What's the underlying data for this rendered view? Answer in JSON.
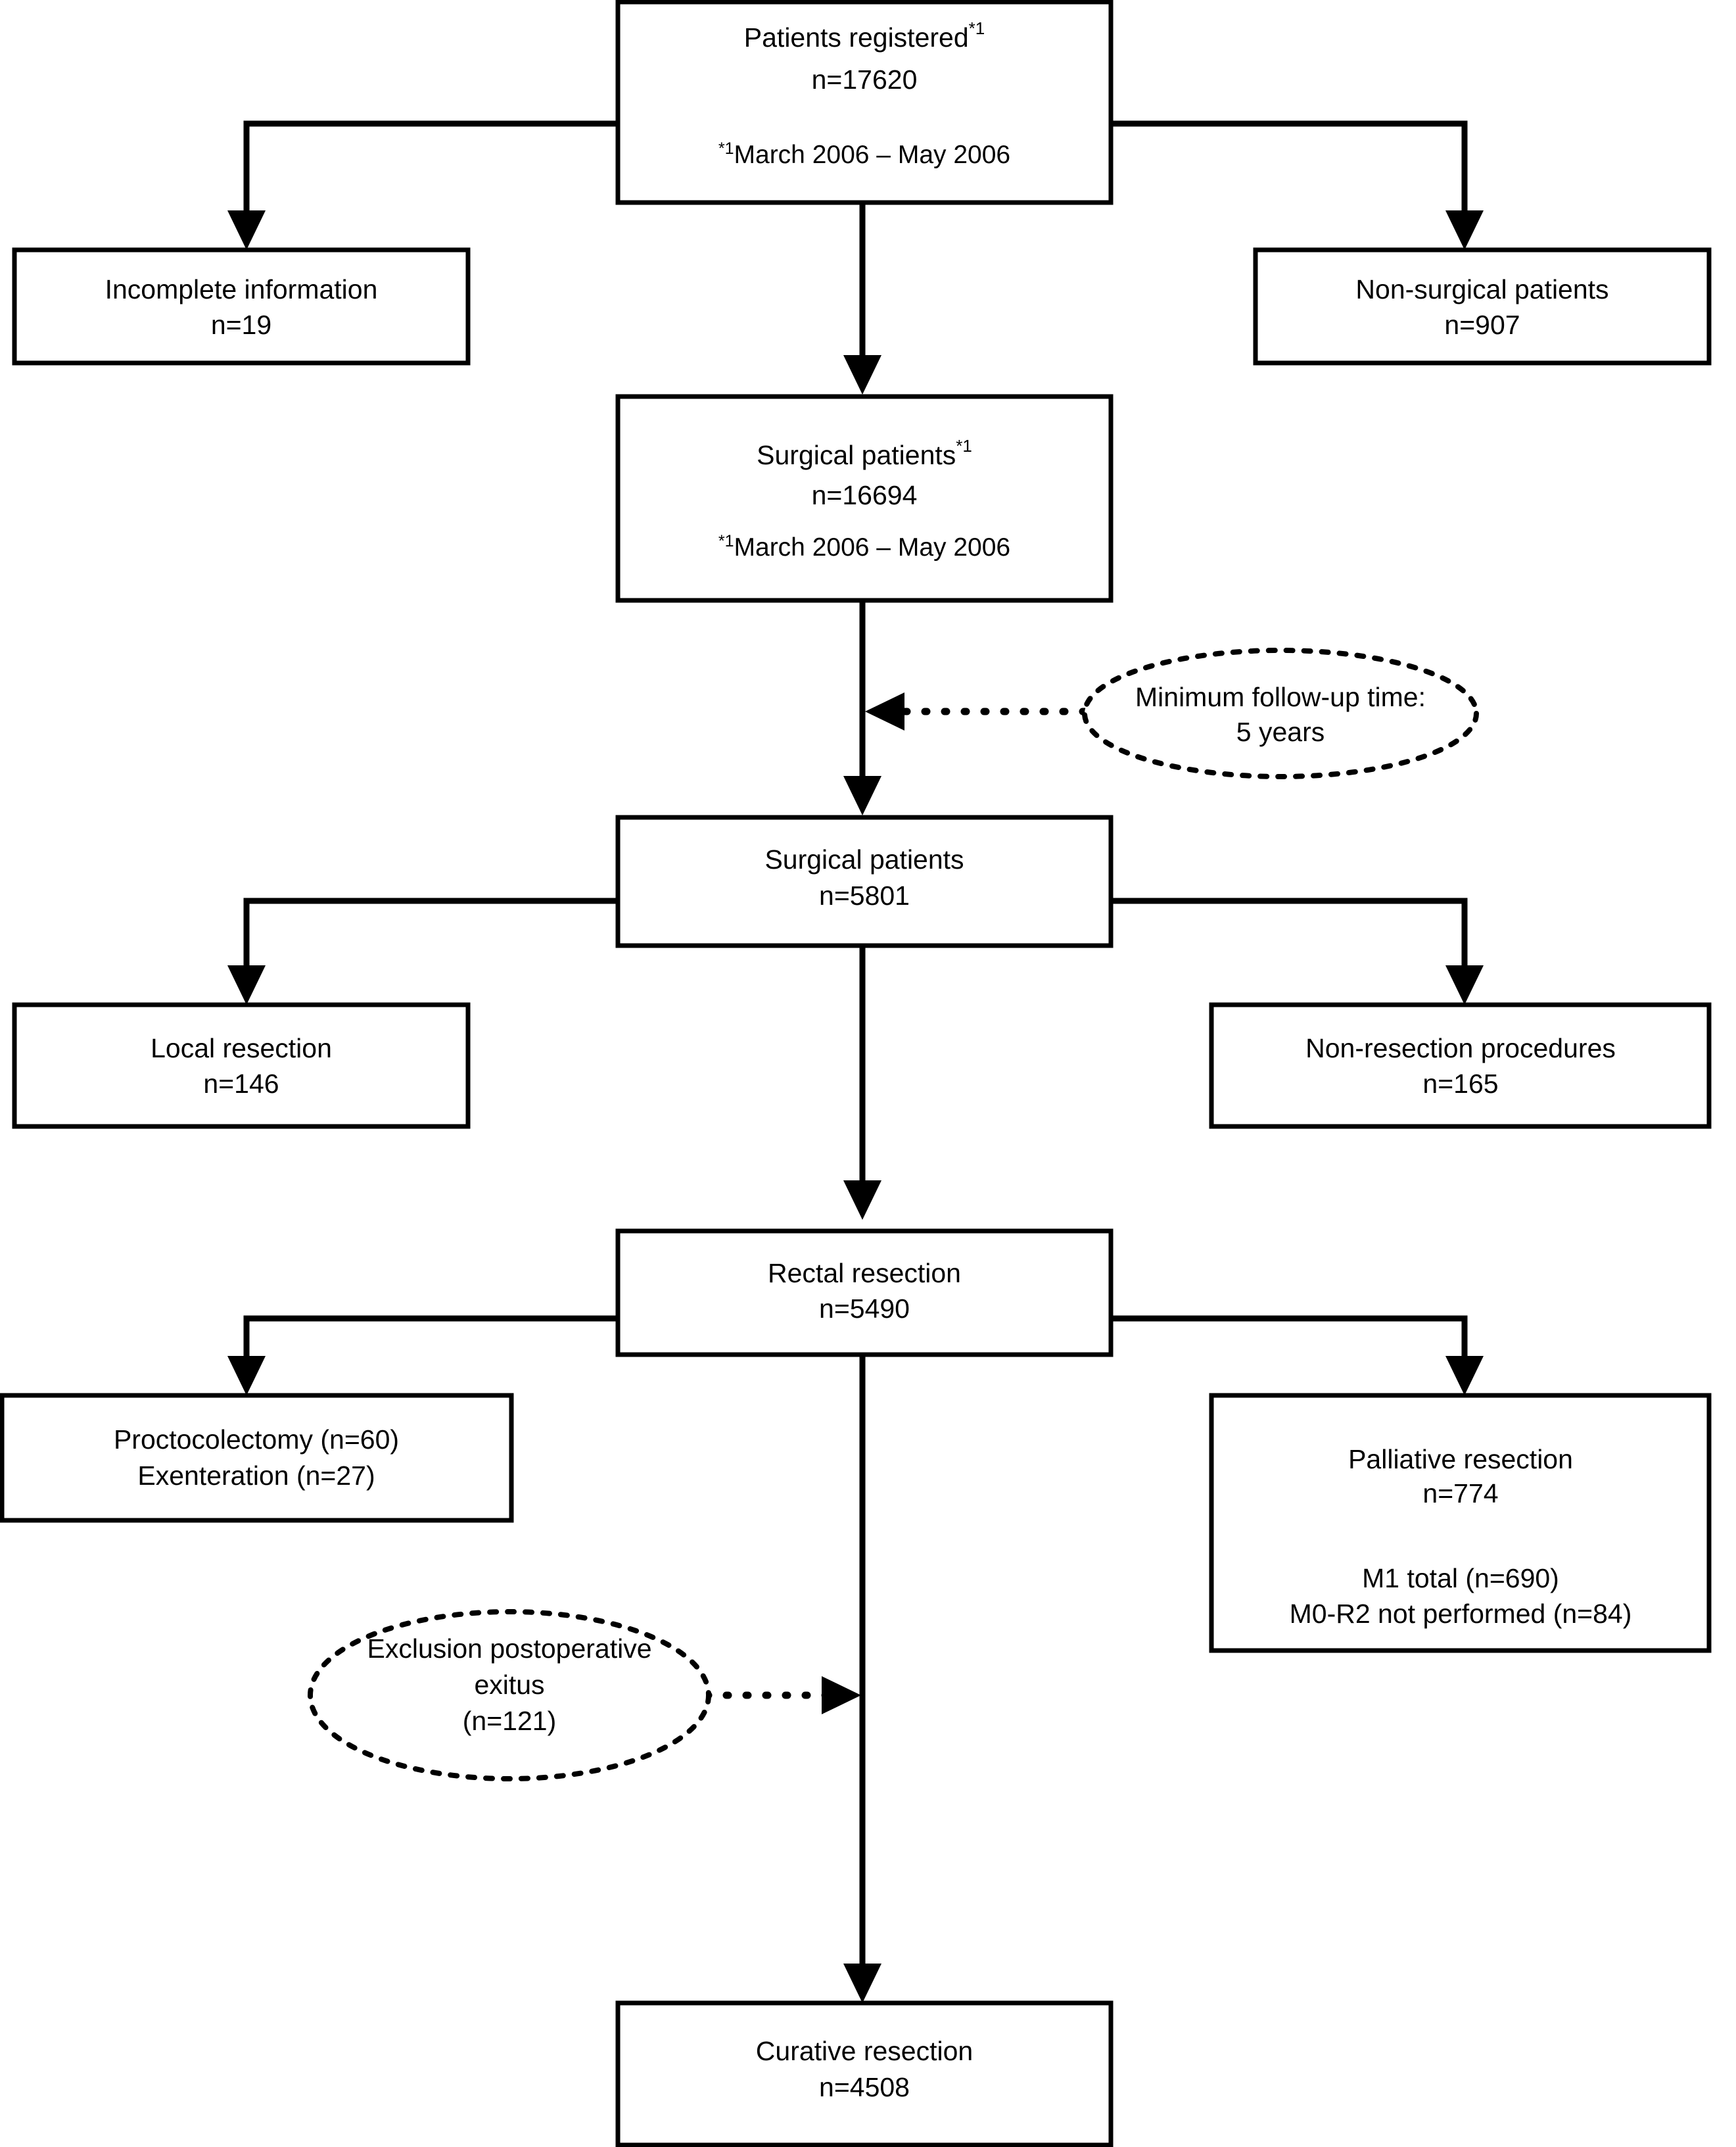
{
  "diagram": {
    "type": "flowchart",
    "title": "Patient selection flow diagram",
    "accent_color": "#000000",
    "background_color": "#ffffff"
  },
  "nodes": {
    "patients_registered": {
      "label": "Patients registered",
      "footnote_mark": "*1",
      "count": "n=17620",
      "footnote_text": "March 2006 – May 2006"
    },
    "incomplete_information": {
      "label": "Incomplete information",
      "count": "n=19"
    },
    "non_surgical_patients": {
      "label": "Non-surgical patients",
      "count": "n=907"
    },
    "surgical_patients_all": {
      "label": "Surgical patients",
      "footnote_mark": "*1",
      "count": "n=16694",
      "footnote_text": "March 2006 – May 2006"
    },
    "follow_up_note": {
      "line1": "Minimum follow-up time:",
      "line2": "5 years"
    },
    "surgical_patients_followed": {
      "label": "Surgical patients",
      "count": "n=5801"
    },
    "local_resection": {
      "label": "Local resection",
      "count": "n=146"
    },
    "non_resection_procedures": {
      "label": "Non-resection procedures",
      "count": "n=165"
    },
    "rectal_resection": {
      "label": "Rectal resection",
      "count": "n=5490"
    },
    "proctocolectomy_exenteration": {
      "line1": "Proctocolectomy (n=60)",
      "line2": "Exenteration (n=27)"
    },
    "palliative_resection": {
      "label": "Palliative resection",
      "count": "n=774",
      "detail1": "M1 total  (n=690)",
      "detail2": "M0-R2 not performed (n=84)"
    },
    "exclusion_exitus": {
      "line1": "Exclusion postoperative",
      "line2": "exitus",
      "line3": "(n=121)"
    },
    "curative_resection": {
      "label": "Curative resection",
      "count": "n=4508"
    }
  }
}
